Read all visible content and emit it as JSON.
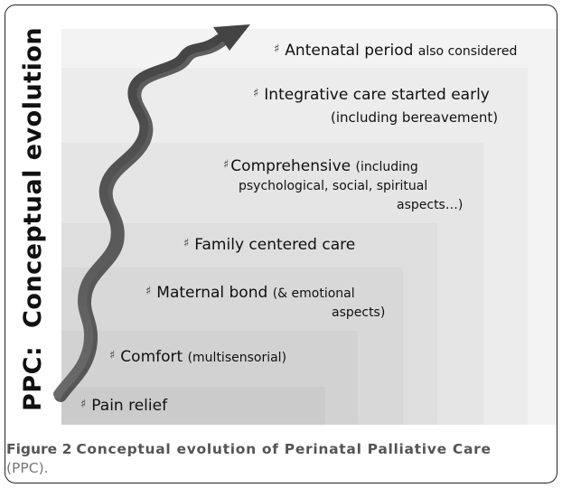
{
  "axis_label": {
    "prefix": "PPC:",
    "text": "Conceptual evolution"
  },
  "steps": [
    {
      "marker": "♯",
      "main": "Pain relief",
      "detail": ""
    },
    {
      "marker": "♯",
      "main": "Comfort",
      "detail": "(multisensorial)"
    },
    {
      "marker": "♯",
      "main": "Maternal bond",
      "detail": "(& emotional",
      "detail2": "aspects)"
    },
    {
      "marker": "♯",
      "main": "Family centered care",
      "detail": ""
    },
    {
      "marker": "♯",
      "main": "Comprehensive",
      "detail": "(including",
      "detail2": "psychological, social, spiritual",
      "detail3": "aspects…)"
    },
    {
      "marker": "♯",
      "main": "Integrative care started early",
      "detail": "(including bereavement)"
    },
    {
      "marker": "♯",
      "main": "Antenatal period",
      "detail": "also considered"
    }
  ],
  "colors": {
    "step_shades": [
      "#cfcfcf",
      "#d8d8d8",
      "#dfdfdf",
      "#e5e5e5",
      "#eaeaea",
      "#efefef",
      "#f3f3f3"
    ],
    "arrow": "#555555"
  },
  "caption": {
    "figure_number": "Figure 2",
    "title": "Conceptual evolution of Perinatal Palliative Care",
    "ending": "(PPC)."
  }
}
